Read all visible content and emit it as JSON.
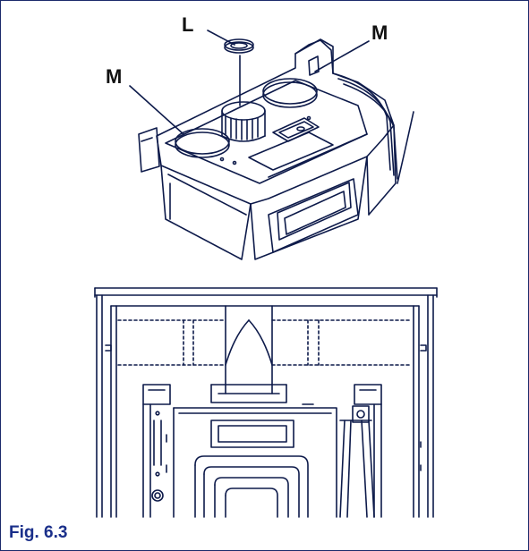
{
  "figure": {
    "caption": "Fig. 6.3",
    "callouts": {
      "L": "L",
      "M_left": "M",
      "M_right": "M"
    }
  },
  "colors": {
    "line": "#0d1a4a",
    "caption": "#1a2f8a",
    "frame": "#1b2a6b"
  }
}
